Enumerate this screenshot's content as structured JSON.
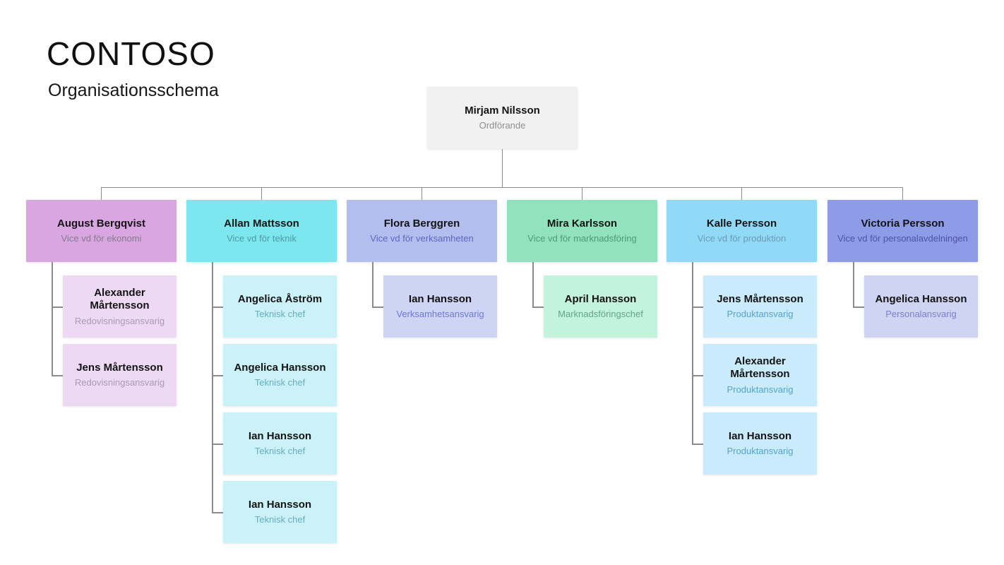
{
  "page": {
    "title": "CONTOSO",
    "subtitle": "Organisationsschema"
  },
  "colors": {
    "line": "#8c8c8c",
    "name_text": "#141414"
  },
  "root": {
    "name": "Mirjam Nilsson",
    "role": "Ordförande",
    "bg": "#f1f1f1",
    "role_color": "#8f8f8f"
  },
  "branches": [
    {
      "name": "August Bergqvist",
      "role": "Vice vd för ekonomi",
      "bg": "#d9a6e2",
      "role_color": "#857b8e",
      "child_bg": "#eed9f4",
      "child_role_color": "#a79ab3",
      "children": [
        {
          "name": "Alexander Mårtensson",
          "role": "Redovisningsansvarig"
        },
        {
          "name": "Jens Mårtensson",
          "role": "Redovisningsansvarig"
        }
      ]
    },
    {
      "name": "Allan Mattsson",
      "role": "Vice vd för teknik",
      "bg": "#7de7ef",
      "role_color": "#4f9aa8",
      "child_bg": "#cbf2f8",
      "child_role_color": "#67adbc",
      "children": [
        {
          "name": "Angelica Åström",
          "role": "Teknisk chef"
        },
        {
          "name": "Angelica Hansson",
          "role": "Teknisk chef"
        },
        {
          "name": "Ian Hansson",
          "role": "Teknisk chef"
        },
        {
          "name": "Ian Hansson",
          "role": "Teknisk chef"
        }
      ]
    },
    {
      "name": "Flora Berggren",
      "role": "Vice vd för verksamheten",
      "bg": "#b3bdee",
      "role_color": "#5c68c2",
      "child_bg": "#cdd4f4",
      "child_role_color": "#6d79cf",
      "children": [
        {
          "name": "Ian Hansson",
          "role": "Verksamhetsansvarig"
        }
      ]
    },
    {
      "name": "Mira Karlsson",
      "role": "Vice vd för marknadsföring",
      "bg": "#90e3bc",
      "role_color": "#4f9a7c",
      "child_bg": "#c4f3dd",
      "child_role_color": "#5fa689",
      "children": [
        {
          "name": "April Hansson",
          "role": "Marknadsföringschef"
        }
      ]
    },
    {
      "name": "Kalle Persson",
      "role": "Vice vd för produktion",
      "bg": "#91daf7",
      "role_color": "#6a9cb5",
      "child_bg": "#c9ebfb",
      "child_role_color": "#54a4ca",
      "children": [
        {
          "name": "Jens Mårtensson",
          "role": "Produktansvarig"
        },
        {
          "name": "Alexander Mårtensson",
          "role": "Produktansvarig"
        },
        {
          "name": "Ian Hansson",
          "role": "Produktansvarig"
        }
      ]
    },
    {
      "name": "Victoria Persson",
      "role": "Vice vd för personalavdelningen",
      "bg": "#8e9be7",
      "role_color": "#4c55a0",
      "child_bg": "#cfd4f2",
      "child_role_color": "#7781cd",
      "children": [
        {
          "name": "Angelica Hansson",
          "role": "Personalansvarig"
        }
      ]
    }
  ]
}
